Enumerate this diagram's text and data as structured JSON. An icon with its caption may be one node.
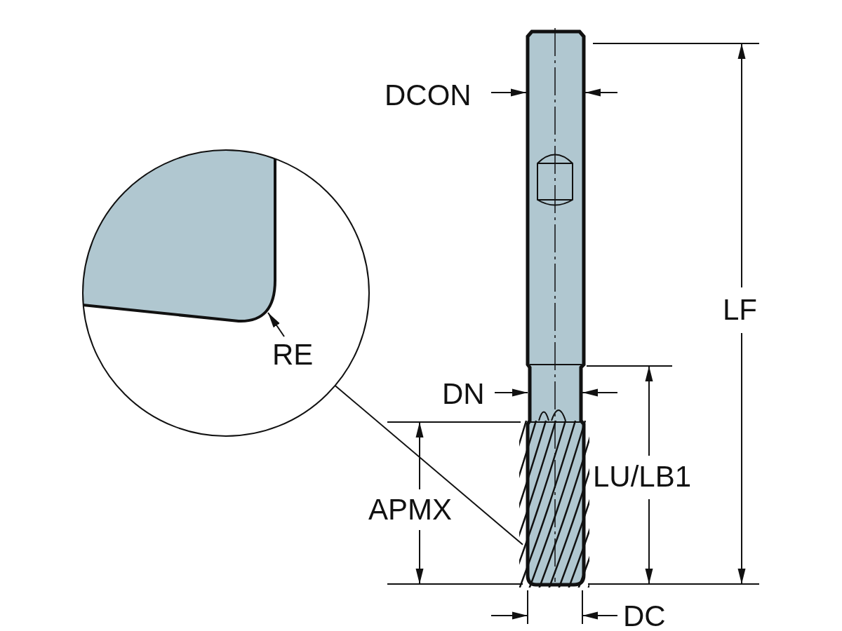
{
  "diagram": {
    "nodes": [
      {
        "text": [],
        "shape": "circle"
      },
      {
        "text": [],
        "shape": "picture"
      }
    ],
    "edges": [
      {
        "from": 0,
        "to": 1,
        "arrow": "none"
      }
    ],
    "labels": [
      "DCON",
      "RE",
      "LF",
      "DN",
      "LU/LB1",
      "APMX",
      "DC"
    ]
  }
}
